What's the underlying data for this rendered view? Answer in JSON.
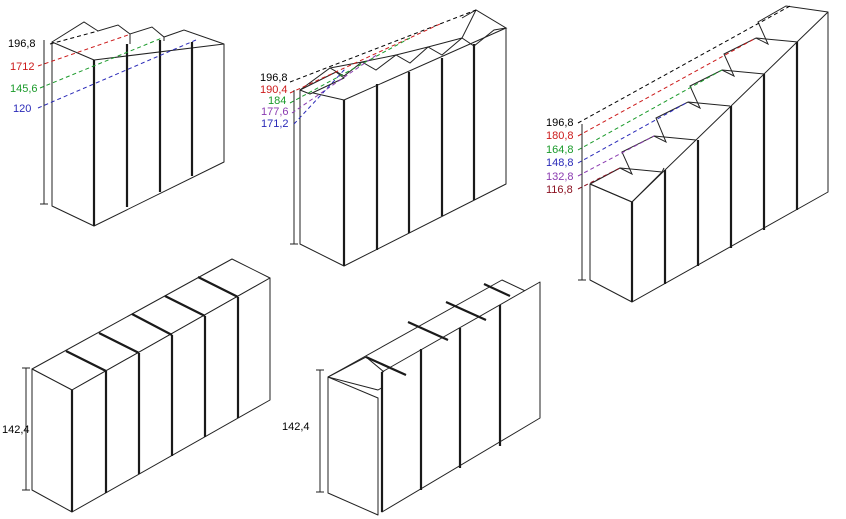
{
  "colors": {
    "black": "#000000",
    "red": "#cc1a1a",
    "green": "#1a9a2a",
    "blue": "#2a2ab8",
    "purple": "#8a3ab0",
    "darkred": "#8a0f1f"
  },
  "wardrobe_1": {
    "labels": [
      {
        "text": "196,8",
        "color": "black"
      },
      {
        "text": "1712",
        "color": "red"
      },
      {
        "text": "145,6",
        "color": "green"
      },
      {
        "text": "120",
        "color": "blue"
      }
    ]
  },
  "wardrobe_2": {
    "labels": [
      {
        "text": "196,8",
        "color": "black"
      },
      {
        "text": "190,4",
        "color": "red"
      },
      {
        "text": "184",
        "color": "green"
      },
      {
        "text": "177,6",
        "color": "purple"
      },
      {
        "text": "171,2",
        "color": "blue"
      }
    ]
  },
  "wardrobe_3": {
    "labels": [
      {
        "text": "196,8",
        "color": "black"
      },
      {
        "text": "180,8",
        "color": "red"
      },
      {
        "text": "164,8",
        "color": "green"
      },
      {
        "text": "148,8",
        "color": "blue"
      },
      {
        "text": "132,8",
        "color": "purple"
      },
      {
        "text": "116,8",
        "color": "darkred"
      }
    ]
  },
  "wardrobe_4": {
    "height_label": "142,4"
  },
  "wardrobe_5": {
    "height_label": "142,4"
  }
}
